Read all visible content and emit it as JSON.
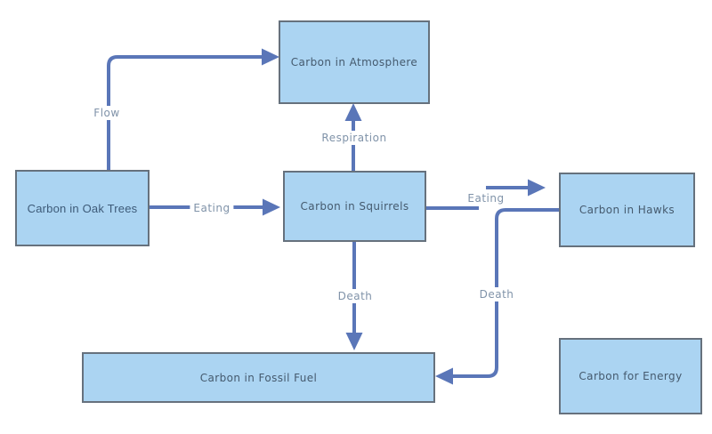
{
  "diagram": {
    "background_color": "#ffffff",
    "box_fill_color": "#abd4f2",
    "box_border_color": "#66717d",
    "arrow_color": "#5a76b8",
    "edge_label_color": "#8093a9",
    "node_text_color": "#455a6e",
    "nodes": [
      {
        "id": "atmosphere",
        "label": "Carbon in Atmosphere"
      },
      {
        "id": "oak-trees",
        "label": "Carbon in Oak Trees"
      },
      {
        "id": "squirrels",
        "label": "Carbon in Squirrels"
      },
      {
        "id": "hawks",
        "label": "Carbon in Hawks"
      },
      {
        "id": "fossil-fuel",
        "label": "Carbon in Fossil Fuel"
      },
      {
        "id": "energy",
        "label": "Carbon for Energy"
      }
    ],
    "edges": [
      {
        "id": "flow",
        "label": "Flow",
        "from": "oak-trees",
        "to": "atmosphere"
      },
      {
        "id": "eating-oak-squirrel",
        "label": "Eating",
        "from": "oak-trees",
        "to": "squirrels"
      },
      {
        "id": "respiration",
        "label": "Respiration",
        "from": "squirrels",
        "to": "atmosphere"
      },
      {
        "id": "eating-squirrel-hawk",
        "label": "Eating",
        "from": "squirrels",
        "to": "hawks"
      },
      {
        "id": "death-squirrel",
        "label": "Death",
        "from": "squirrels",
        "to": "fossil-fuel"
      },
      {
        "id": "death-hawks",
        "label": "Death",
        "from": "hawks",
        "to": "fossil-fuel"
      }
    ]
  }
}
